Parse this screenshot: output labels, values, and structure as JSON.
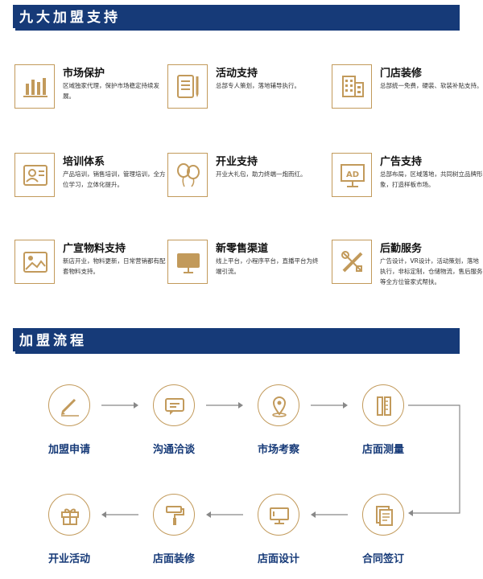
{
  "section1": {
    "title": "九大加盟支持"
  },
  "features": [
    {
      "title": "市场保护",
      "desc": "区域独家代理，保护市场稳定持续发展。",
      "icon": "bar-chart-icon"
    },
    {
      "title": "活动支持",
      "desc": "总部专人策划，落地辅导执行。",
      "icon": "document-pen-icon"
    },
    {
      "title": "门店装修",
      "desc": "总部统一免费，硬装、软装补贴支持。",
      "icon": "building-icon"
    },
    {
      "title": "培训体系",
      "desc": "产品培训，销售培训，管理培训，全方位学习，立体化提升。",
      "icon": "id-card-icon"
    },
    {
      "title": "开业支持",
      "desc": "开业大礼包，助力终端一炮而红。",
      "icon": "balloons-icon"
    },
    {
      "title": "广告支持",
      "desc": "总部布局，区域落地，共同树立品牌形象，打造样板市场。",
      "icon": "ad-board-icon"
    },
    {
      "title": "广宣物料支持",
      "desc": "新店开业，物料更新，日常营销都有配套物料支持。",
      "icon": "image-icon"
    },
    {
      "title": "新零售渠道",
      "desc": "线上平台，小程序平台，直播平台为终端引流。",
      "icon": "monitor-icon"
    },
    {
      "title": "后勤服务",
      "desc": "广告设计，VR设计，活动策划，落地执行，非标定制，仓储物流，售后服务等全方位管家式帮扶。",
      "icon": "tools-icon"
    }
  ],
  "section2": {
    "title": "加盟流程"
  },
  "steps": [
    {
      "label": "加盟申请",
      "icon": "pencil-icon"
    },
    {
      "label": "沟通洽谈",
      "icon": "chat-icon"
    },
    {
      "label": "市场考察",
      "icon": "location-icon"
    },
    {
      "label": "店面测量",
      "icon": "ruler-icon"
    },
    {
      "label": "合同签订",
      "icon": "contract-icon"
    },
    {
      "label": "店面设计",
      "icon": "computer-icon"
    },
    {
      "label": "店面装修",
      "icon": "paint-roller-icon"
    },
    {
      "label": "开业活动",
      "icon": "gift-icon"
    }
  ],
  "colors": {
    "navy": "#163a78",
    "gold": "#c29a5b"
  }
}
